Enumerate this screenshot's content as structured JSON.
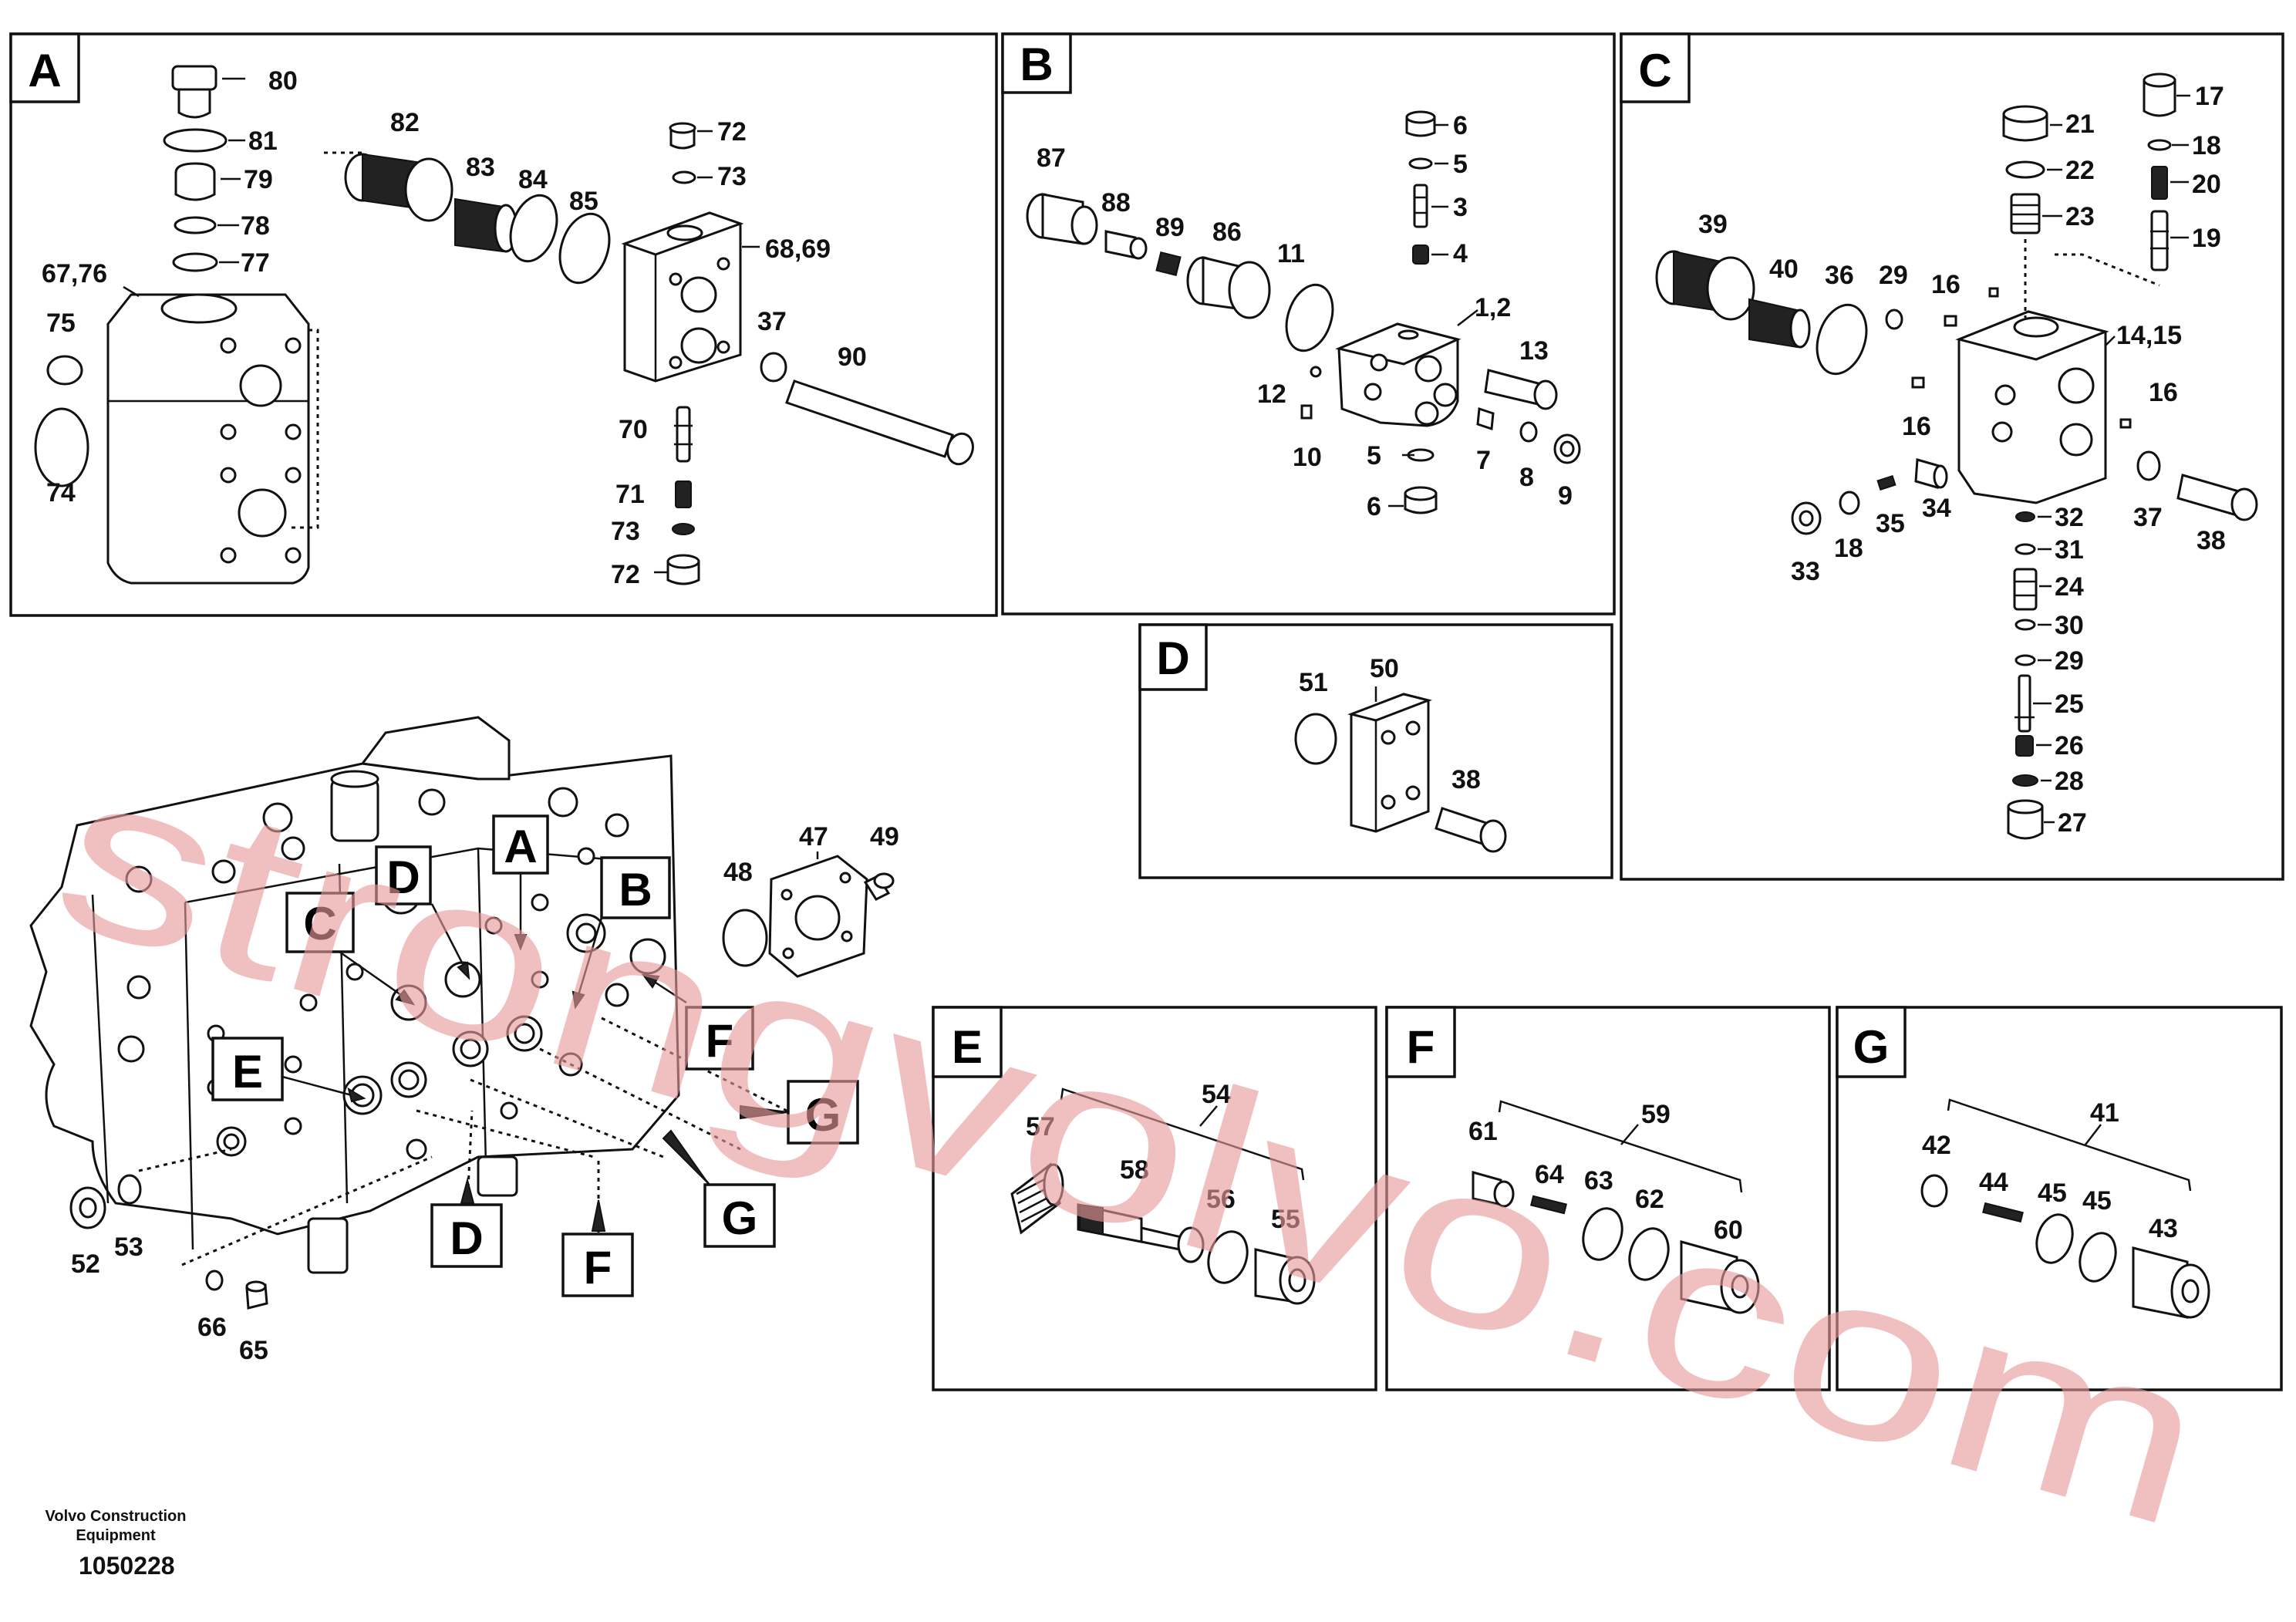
{
  "panels": {
    "A": {
      "letter": "A",
      "labels": {
        "l80": "80",
        "l81": "81",
        "l79": "79",
        "l78": "78",
        "l77": "77",
        "l6776": "67,76",
        "l75": "75",
        "l74": "74",
        "l82": "82",
        "l83": "83",
        "l84": "84",
        "l85": "85",
        "l72a": "72",
        "l73a": "73",
        "l6869": "68,69",
        "l37": "37",
        "l90": "90",
        "l70": "70",
        "l71": "71",
        "l73b": "73",
        "l72b": "72"
      }
    },
    "B": {
      "letter": "B",
      "labels": {
        "l87": "87",
        "l88": "88",
        "l89": "89",
        "l86": "86",
        "l11": "11",
        "l12": "12",
        "l10": "10",
        "l6a": "6",
        "l5a": "5",
        "l3": "3",
        "l4": "4",
        "l12b": "1,2",
        "l13": "13",
        "l5b": "5",
        "l6b": "6",
        "l7": "7",
        "l8": "8",
        "l9": "9"
      }
    },
    "C": {
      "letter": "C",
      "labels": {
        "l17": "17",
        "l18a": "18",
        "l20": "20",
        "l19": "19",
        "l21": "21",
        "l22": "22",
        "l23": "23",
        "l39": "39",
        "l40": "40",
        "l36": "36",
        "l29a": "29",
        "l16a": "16",
        "l1415": "14,15",
        "l16b": "16",
        "l16c": "16",
        "l33": "33",
        "l18b": "18",
        "l35": "35",
        "l34": "34",
        "l37": "37",
        "l38": "38",
        "l32": "32",
        "l31": "31",
        "l24": "24",
        "l30": "30",
        "l29b": "29",
        "l25": "25",
        "l26": "26",
        "l28": "28",
        "l27": "27"
      }
    },
    "D": {
      "letter": "D",
      "labels": {
        "l51": "51",
        "l50": "50",
        "l38": "38"
      }
    },
    "E": {
      "letter": "E",
      "labels": {
        "l54": "54",
        "l57": "57",
        "l58": "58",
        "l56": "56",
        "l55": "55"
      }
    },
    "F": {
      "letter": "F",
      "labels": {
        "l59": "59",
        "l61": "61",
        "l64": "64",
        "l63": "63",
        "l62": "62",
        "l60": "60"
      }
    },
    "G": {
      "letter": "G",
      "labels": {
        "l41": "41",
        "l42": "42",
        "l44": "44",
        "l45a": "45",
        "l45b": "45",
        "l43": "43"
      }
    }
  },
  "main": {
    "callouts": {
      "A": "A",
      "B": "B",
      "C": "C",
      "D": "D",
      "E": "E",
      "F": "F",
      "G": "G",
      "D2": "D",
      "F2": "F",
      "G2": "G"
    },
    "labels": {
      "l47": "47",
      "l49": "49",
      "l48": "48",
      "l52": "52",
      "l53": "53",
      "l66": "66",
      "l65": "65"
    }
  },
  "watermark": "strongvolvo.com",
  "footer": {
    "brand_line1": "Volvo Construction",
    "brand_line2": "Equipment",
    "drawing_id": "1050228"
  }
}
